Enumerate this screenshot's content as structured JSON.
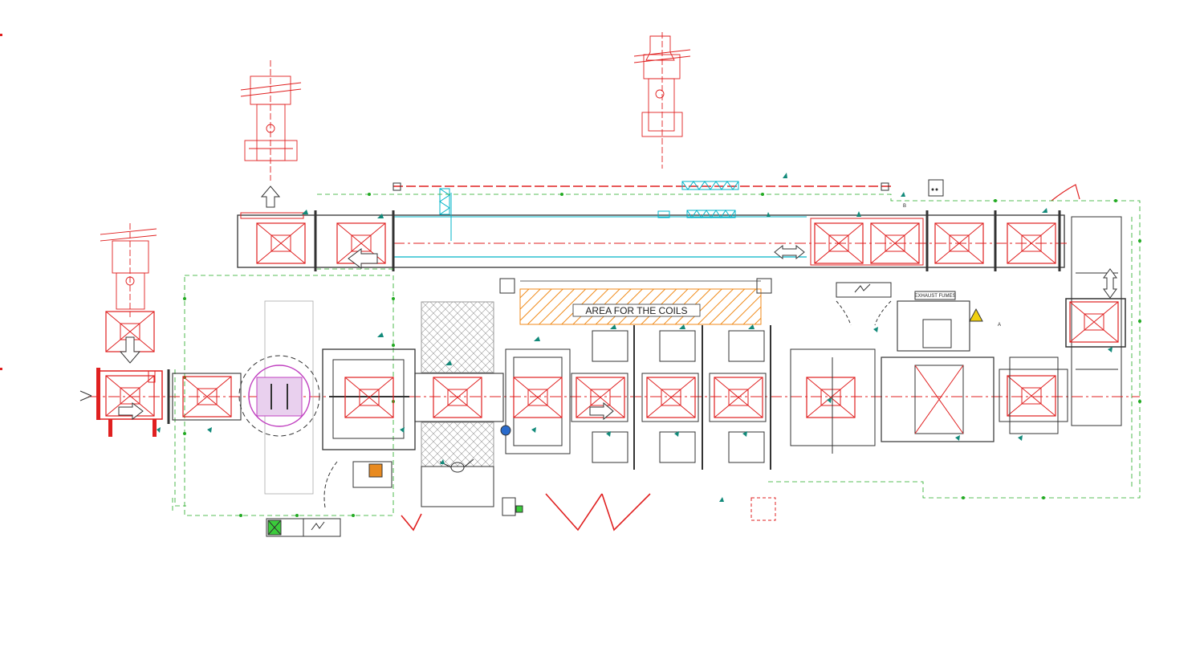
{
  "drawing": {
    "area_label": "AREA FOR THE COILS",
    "exhaust_label": "EXHAUST FUMES",
    "section_marks": {
      "a": "A",
      "b": "B"
    }
  },
  "colors": {
    "machine": "#e02020",
    "green_dashed": "#22aa22",
    "cyan": "#00b4c8",
    "orange_hatch": "#f08a18",
    "structure": "#333333",
    "marker": "#128a7a",
    "magenta": "#c040c0"
  }
}
